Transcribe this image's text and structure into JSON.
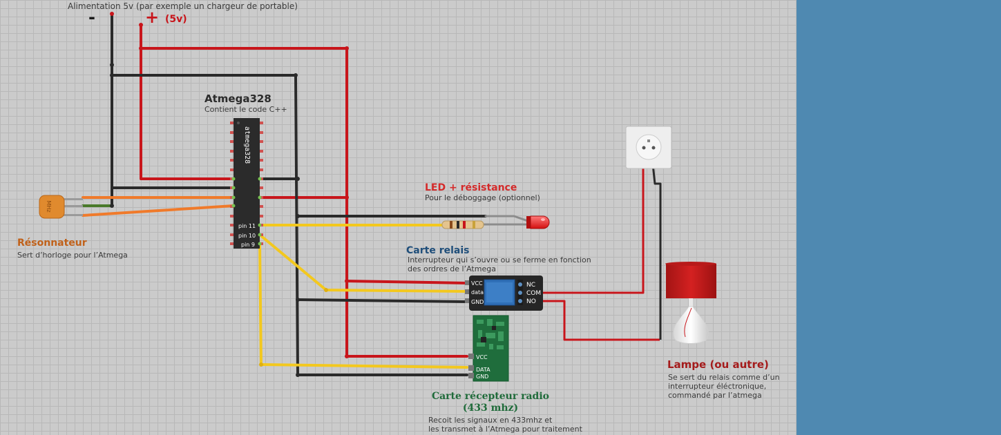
{
  "power": {
    "title": "Alimentation 5v (par exemple un chargeur de portable)",
    "minus": "-",
    "plus": "+",
    "voltage": "(5v)"
  },
  "atmega": {
    "title": "Atmega328",
    "desc": "Contient le code C++",
    "chip_label": "atmega328",
    "pin11": "pin 11",
    "pin10": "pin 10",
    "pin9": "pin 9"
  },
  "resonator": {
    "title": "Résonnateur",
    "desc": "Sert d’horloge pour l’Atmega",
    "chip_text": "MHz"
  },
  "led": {
    "title": "LED + résistance",
    "desc": "Pour le déboggage (optionnel)"
  },
  "relay": {
    "title": "Carte relais",
    "desc_line1": "Interrupteur qui s’ouvre ou se ferme en fonction",
    "desc_line2": "des ordres de l’Atmega",
    "pin_vcc": "VCC",
    "pin_data": "data",
    "pin_gnd": "GND",
    "out_nc": "NC",
    "out_com": "COM",
    "out_no": "NO"
  },
  "receiver": {
    "title_line1": "Carte récepteur radio",
    "title_line2": "(433 mhz)",
    "desc_line1": "Recoit les signaux en 433mhz et",
    "desc_line2": "les transmet à l’Atmega pour traitement",
    "pin_vcc": "VCC",
    "pin_data": "DATA",
    "pin_gnd": "GND"
  },
  "lamp": {
    "title": "Lampe (ou autre)",
    "desc_line1": "Se sert du relais comme d’un",
    "desc_line2": "interrupteur éléctronique,",
    "desc_line3": "commandé par l’atmega"
  },
  "colors": {
    "wire_red": "#c8151b",
    "wire_black": "#2a2a2a",
    "wire_orange": "#f07a2a",
    "wire_yellow": "#f3c81e",
    "wire_gray": "#8a8a8a",
    "panel_blue": "#4f89b1"
  }
}
